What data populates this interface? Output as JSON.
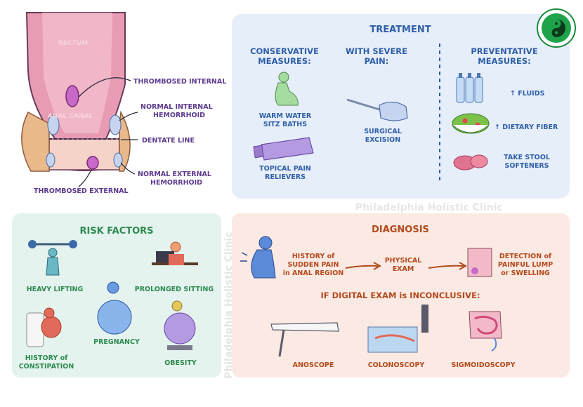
{
  "anatomy": {
    "rectum": "RECTUM",
    "anal_canal": "ANAL CANAL",
    "thrombosed_internal": "THROMBOSED INTERNAL",
    "normal_internal": [
      "NORMAL INTERNAL",
      "HEMORRHOID"
    ],
    "dentate_line": "DENTATE LINE",
    "normal_external": [
      "NORMAL EXTERNAL",
      "HEMORRHOID"
    ],
    "thrombosed_external": "THROMBOSED EXTERNAL"
  },
  "treatment": {
    "title": "TREATMENT",
    "conservative": {
      "heading": [
        "CONSERVATIVE",
        "MEASURES:"
      ],
      "items": [
        [
          "WARM WATER",
          "SITZ BATHS"
        ],
        [
          "TOPICAL PAIN",
          "RELIEVERS"
        ]
      ]
    },
    "severe": {
      "heading": [
        "WITH SEVERE",
        "PAIN:"
      ],
      "items": [
        [
          "SURGICAL",
          "EXCISION"
        ]
      ]
    },
    "preventative": {
      "heading": [
        "PREVENTATIVE",
        "MEASURES:"
      ],
      "items": [
        "↑ FLUIDS",
        "↑ DIETARY FIBER",
        [
          "TAKE STOOL",
          "SOFTENERS"
        ]
      ]
    }
  },
  "watermark": "Philadelphia Holistic Clinic",
  "risk_factors": {
    "title": "RISK FACTORS",
    "items": [
      "HEAVY LIFTING",
      "PROLONGED SITTING",
      "PREGNANCY",
      [
        "HISTORY of",
        "CONSTIPATION"
      ],
      "OBESITY"
    ]
  },
  "diagnosis": {
    "title": "DIAGNOSIS",
    "steps": [
      [
        "HISTORY of",
        "SUDDEN PAIN",
        "in ANAL REGION"
      ],
      [
        "PHYSICAL",
        "EXAM"
      ],
      [
        "DETECTION of",
        "PAINFUL LUMP",
        "or SWELLING"
      ]
    ],
    "inconclusive": "IF DIGITAL EXAM is INCONCLUSIVE:",
    "procedures": [
      "ANOSCOPE",
      "COLONOSCOPY",
      "SIGMOIDOSCOPY"
    ]
  },
  "colors": {
    "treatment_bg": "#e6eefa",
    "treatment_text": "#2f5fa8",
    "risk_bg": "#e4f3ee",
    "risk_text": "#2e8a50",
    "diagnosis_bg": "#fbe9e3",
    "diagnosis_text": "#b34a1c",
    "anatomy_label": "#5c3a8f"
  }
}
